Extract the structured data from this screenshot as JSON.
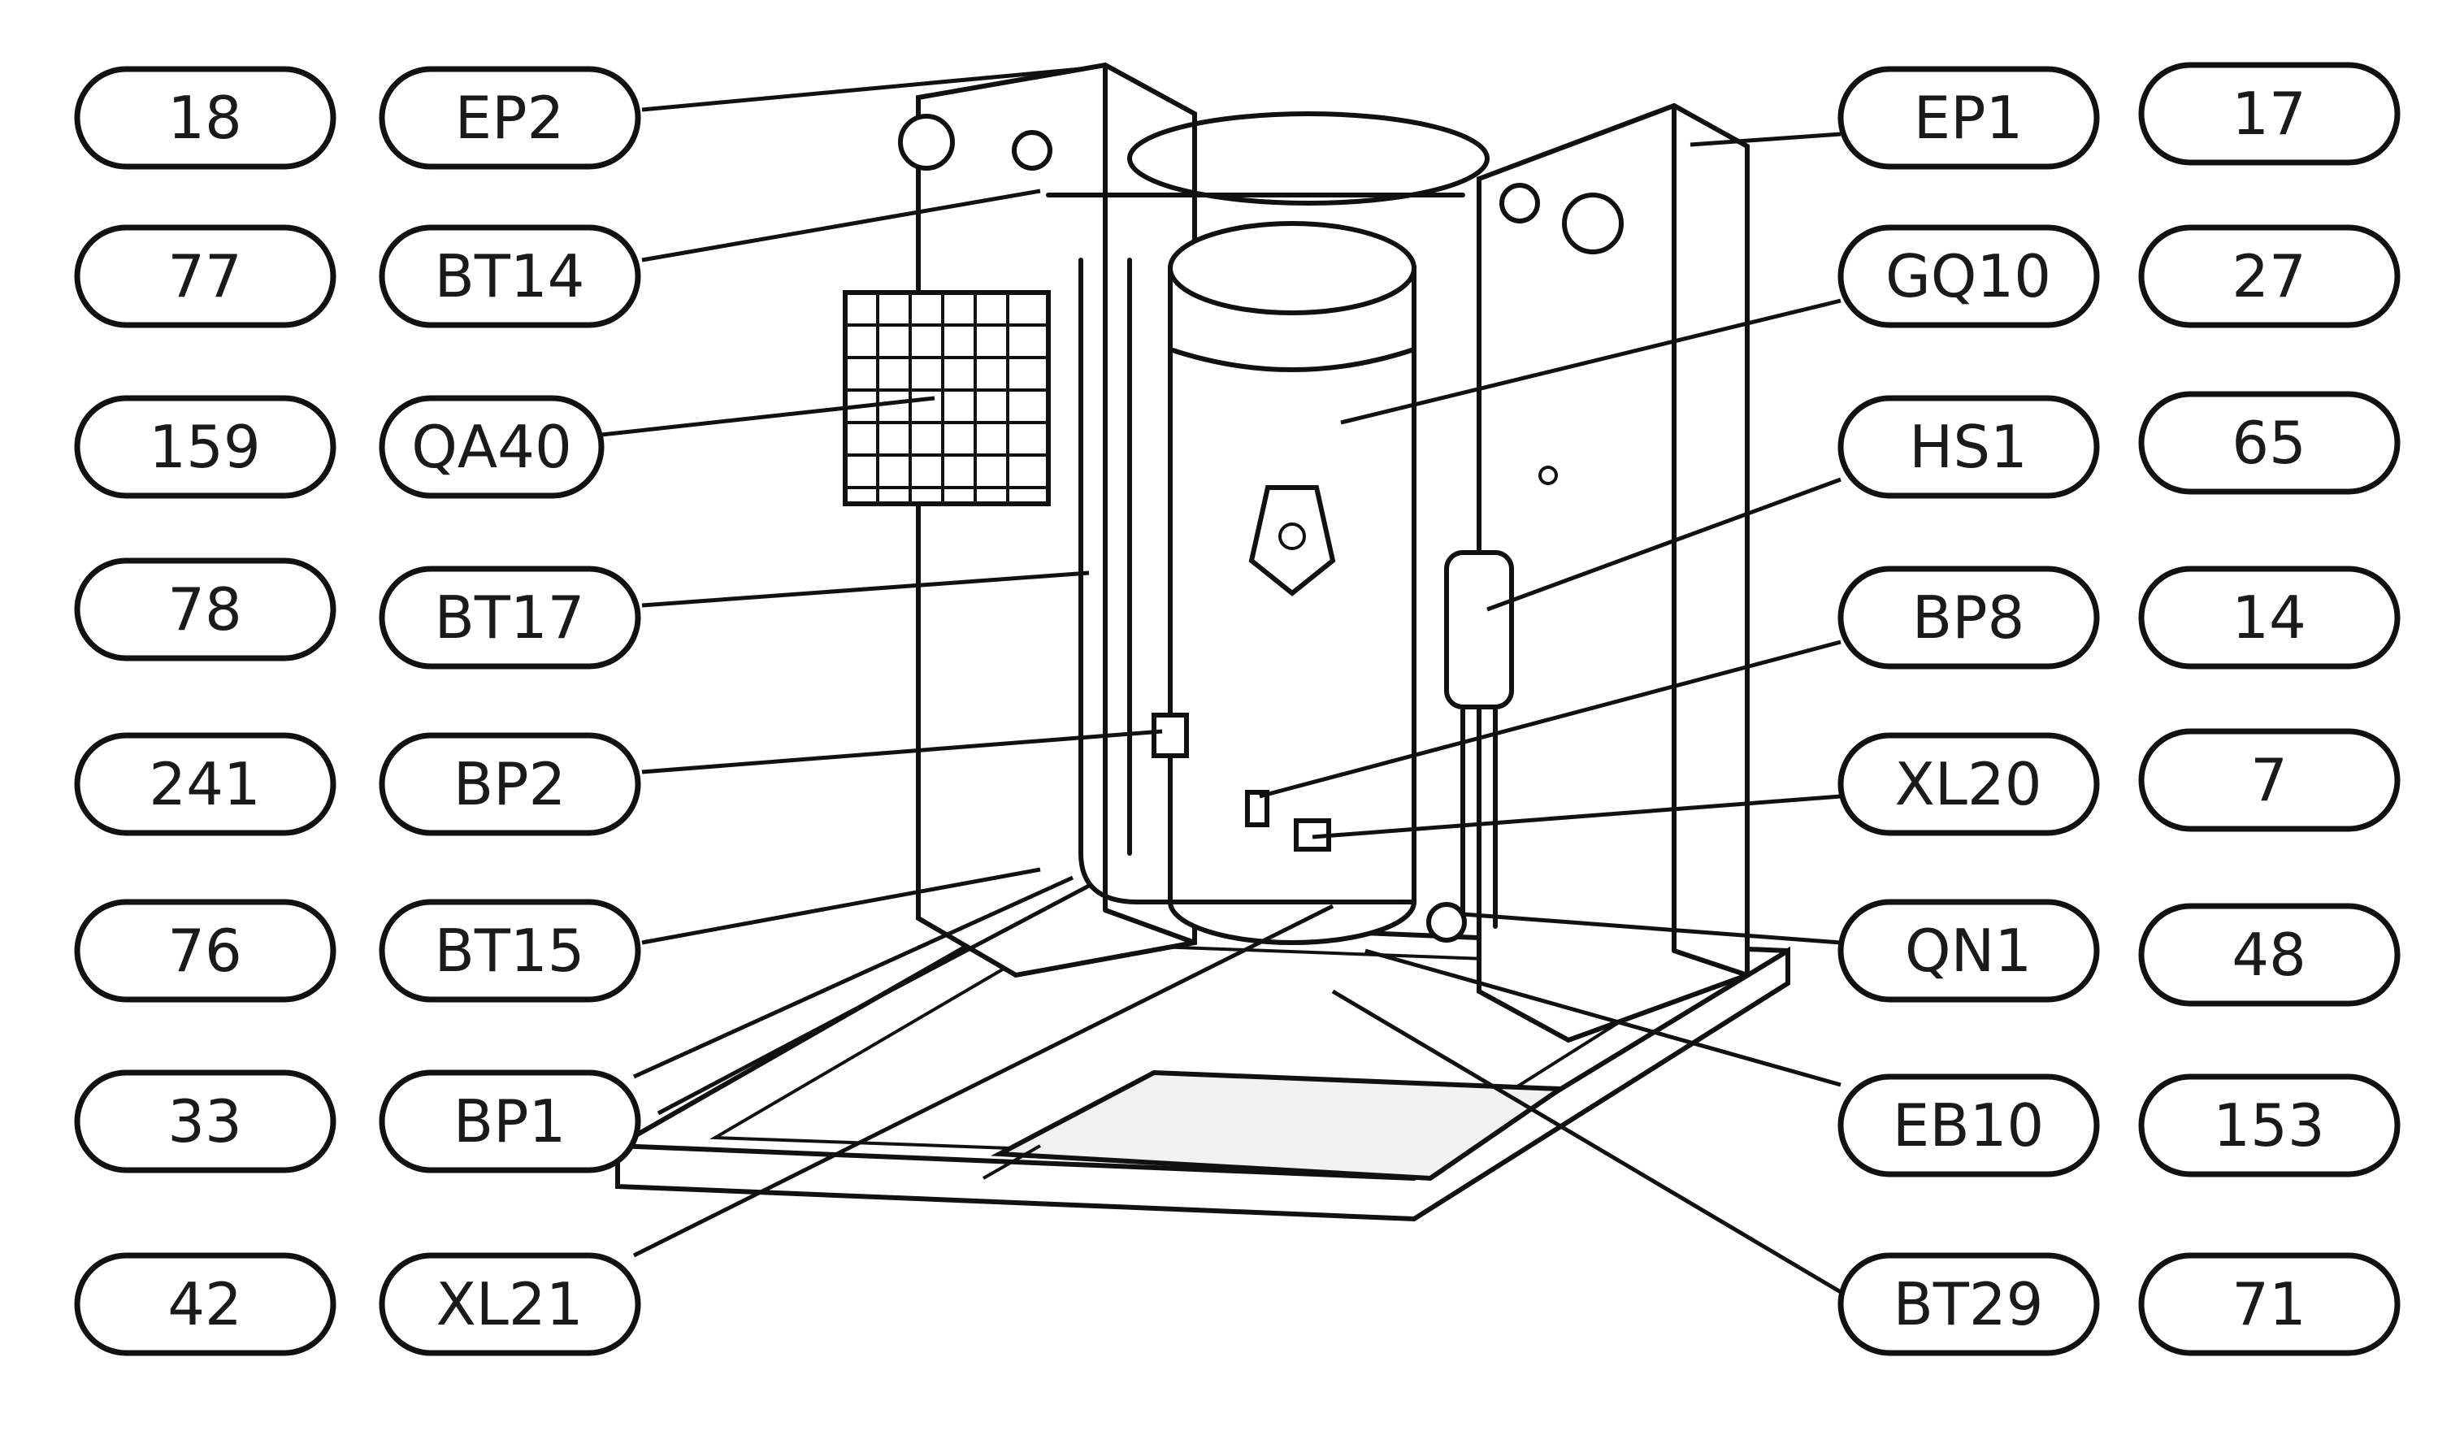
{
  "left_labels": [
    {
      "number": "18",
      "code": "EP2"
    },
    {
      "number": "77",
      "code": "BT14"
    },
    {
      "number": "159",
      "code": "QA40"
    },
    {
      "number": "78",
      "code": "BT17"
    },
    {
      "number": "241",
      "code": "BP2"
    },
    {
      "number": "76",
      "code": "BT15"
    },
    {
      "number": "33",
      "code": "BP1"
    },
    {
      "number": "42",
      "code": "XL21"
    }
  ],
  "right_labels": [
    {
      "code": "EP1",
      "number": "17"
    },
    {
      "code": "GQ10",
      "number": "27"
    },
    {
      "code": "HS1",
      "number": "65"
    },
    {
      "code": "BP8",
      "number": "14"
    },
    {
      "code": "XL20",
      "number": "7"
    },
    {
      "code": "QN1",
      "number": "48"
    },
    {
      "code": "EB10",
      "number": "153"
    },
    {
      "code": "BT29",
      "number": "71"
    }
  ]
}
